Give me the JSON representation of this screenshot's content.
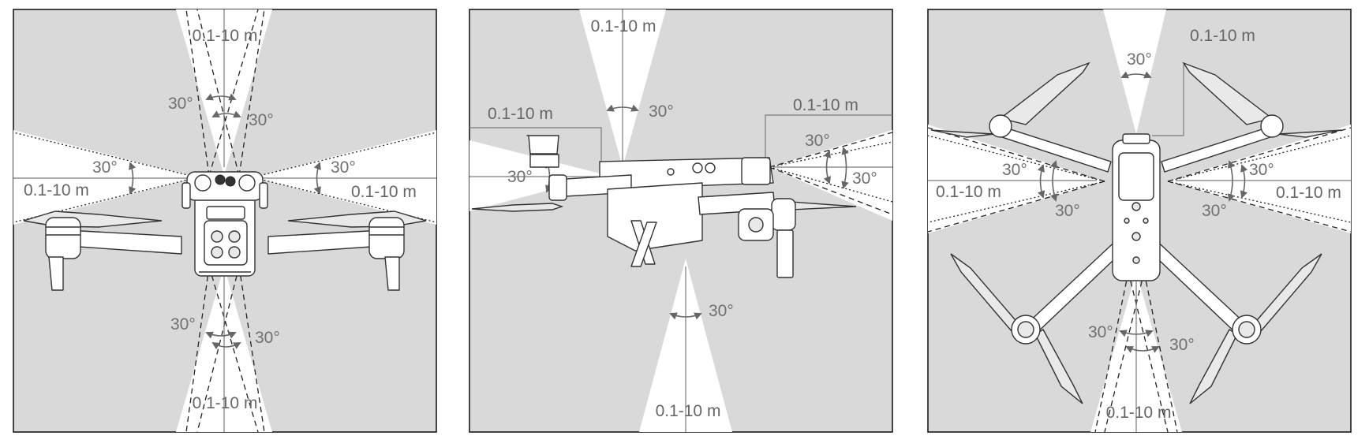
{
  "panels": [
    {
      "view": "front",
      "labels": {
        "top_distance": "0.1-10 m",
        "bottom_distance": "0.1-10 m",
        "left_distance": "0.1-10 m",
        "right_distance": "0.1-10 m",
        "top_angle_a": "30°",
        "top_angle_b": "30°",
        "bottom_angle_a": "30°",
        "bottom_angle_b": "30°",
        "left_angle": "30°",
        "right_angle": "30°"
      }
    },
    {
      "view": "side",
      "labels": {
        "top_distance": "0.1-10 m",
        "left_distance": "0.1-10 m",
        "right_distance": "0.1-10 m",
        "bottom_distance": "0.1-10 m",
        "top_angle": "30°",
        "left_angle": "30°",
        "right_angle_a": "30°",
        "right_angle_b": "30°",
        "bottom_angle": "30°"
      }
    },
    {
      "view": "top",
      "labels": {
        "top_distance": "0.1-10 m",
        "left_distance": "0.1-10 m",
        "right_distance": "0.1-10 m",
        "bottom_distance": "0.1-10 m",
        "top_angle": "30°",
        "left_angle_a": "30°",
        "left_angle_b": "30°",
        "right_angle_a": "30°",
        "right_angle_b": "30°",
        "bottom_angle_a": "30°",
        "bottom_angle_b": "30°"
      }
    }
  ]
}
